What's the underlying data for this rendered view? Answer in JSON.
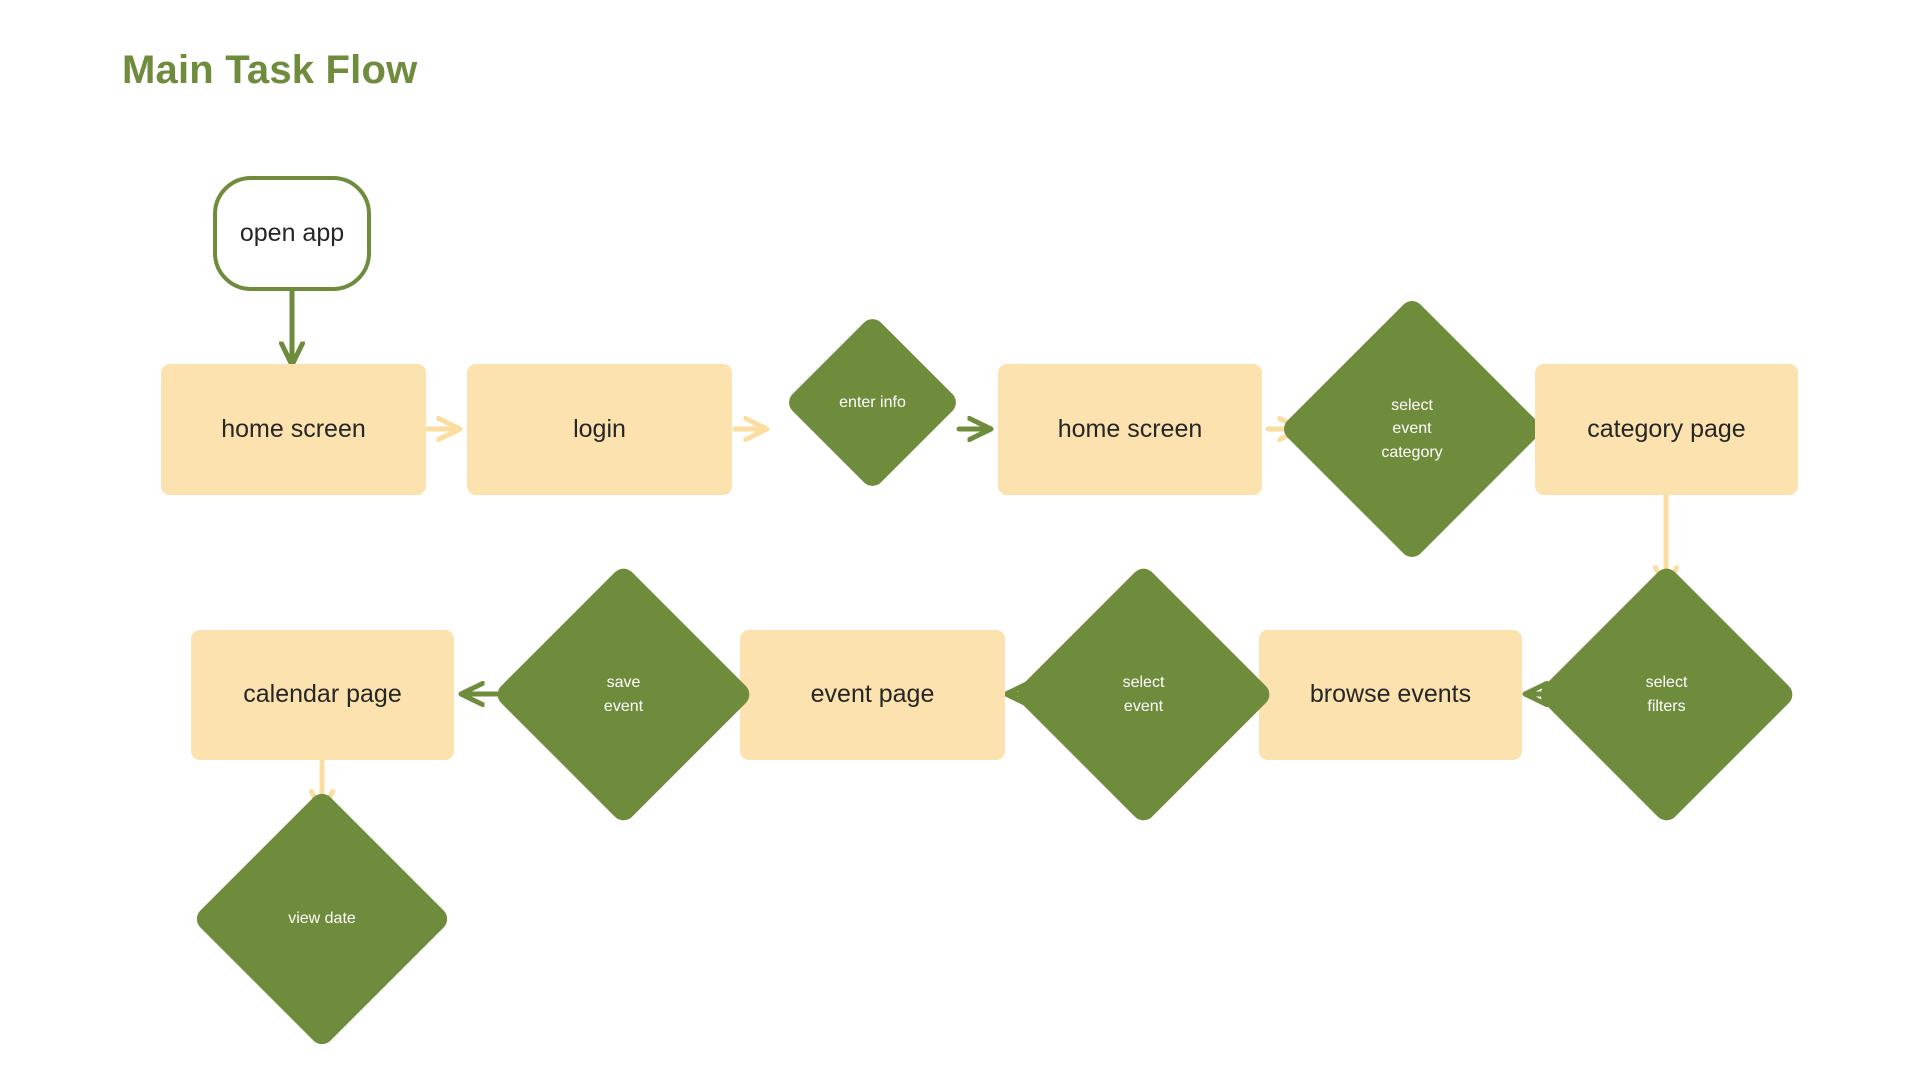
{
  "title": "Main Task Flow",
  "colors": {
    "title": "#6f8b3c",
    "process_fill": "#fbe2ae",
    "decision_fill": "#6f8b3c",
    "decision_text": "#ffffff",
    "process_text": "#262626",
    "arrow_green": "#6f8b3c",
    "arrow_cream": "#fbdda0",
    "terminator_border": "#6f8b3c",
    "background": "#ffffff"
  },
  "diagram": {
    "type": "flowchart",
    "nodes": [
      {
        "id": "open-app",
        "label": "open app",
        "shape": "terminator"
      },
      {
        "id": "home-screen-1",
        "label": "home screen",
        "shape": "process"
      },
      {
        "id": "login",
        "label": "login",
        "shape": "process"
      },
      {
        "id": "enter-info",
        "label": "enter info",
        "shape": "decision"
      },
      {
        "id": "home-screen-2",
        "label": "home screen",
        "shape": "process"
      },
      {
        "id": "select-event-category",
        "label": "select\nevent\ncategory",
        "shape": "decision"
      },
      {
        "id": "category-page",
        "label": "category page",
        "shape": "process"
      },
      {
        "id": "select-filters",
        "label": "select\nfilters",
        "shape": "decision"
      },
      {
        "id": "browse-events",
        "label": "browse events",
        "shape": "process"
      },
      {
        "id": "select-event",
        "label": "select\nevent",
        "shape": "decision"
      },
      {
        "id": "event-page",
        "label": "event page",
        "shape": "process"
      },
      {
        "id": "save-event",
        "label": "save\nevent",
        "shape": "decision"
      },
      {
        "id": "calendar-page",
        "label": "calendar page",
        "shape": "process"
      },
      {
        "id": "view-date",
        "label": "view date",
        "shape": "decision"
      }
    ],
    "edges": [
      {
        "from": "open-app",
        "to": "home-screen-1",
        "direction": "down",
        "color": "green"
      },
      {
        "from": "home-screen-1",
        "to": "login",
        "direction": "right",
        "color": "cream"
      },
      {
        "from": "login",
        "to": "enter-info",
        "direction": "right",
        "color": "cream"
      },
      {
        "from": "enter-info",
        "to": "home-screen-2",
        "direction": "right",
        "color": "green"
      },
      {
        "from": "home-screen-2",
        "to": "select-event-category",
        "direction": "right",
        "color": "cream"
      },
      {
        "from": "select-event-category",
        "to": "category-page",
        "direction": "right",
        "color": "green"
      },
      {
        "from": "category-page",
        "to": "select-filters",
        "direction": "down",
        "color": "cream"
      },
      {
        "from": "select-filters",
        "to": "browse-events",
        "direction": "left",
        "color": "green"
      },
      {
        "from": "browse-events",
        "to": "select-event",
        "direction": "left",
        "color": "cream"
      },
      {
        "from": "select-event",
        "to": "event-page",
        "direction": "left",
        "color": "green"
      },
      {
        "from": "event-page",
        "to": "save-event",
        "direction": "left",
        "color": "cream"
      },
      {
        "from": "save-event",
        "to": "calendar-page",
        "direction": "left",
        "color": "green"
      },
      {
        "from": "calendar-page",
        "to": "view-date",
        "direction": "down",
        "color": "cream"
      }
    ]
  }
}
